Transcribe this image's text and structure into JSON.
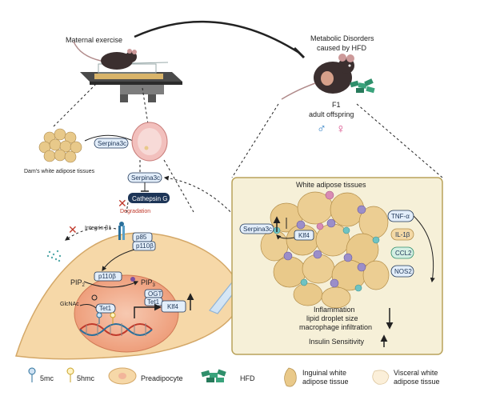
{
  "top": {
    "maternal_exercise": "Maternal exercise",
    "metabolic_line1": "Metabolic Disorders",
    "metabolic_line2": "caused by HFD",
    "f1_line1": "F1",
    "f1_line2": "adult offspring",
    "male_symbol": "♂",
    "female_symbol": "♀"
  },
  "left": {
    "serpina3c_top": "Serpina3c",
    "dams_wat": "Dam's white adipose tissues",
    "serpina3c_mid": "Serpina3c",
    "cathepsin": "Cathepsin G",
    "degradation": "Degradation",
    "integrin": "Integrin β1",
    "p85": "p85",
    "p110b_mem": "p110β",
    "p110b_cyto": "p110β",
    "pip2": "PIP",
    "pip2_sub": "2",
    "pip3": "PIP",
    "pip3_sub": "3",
    "ogt": "OGT",
    "tet1_a": "Tet1",
    "tet1_b": "Tet1",
    "glcnac": "GlcNAc",
    "klf4": "Klf4"
  },
  "right": {
    "title": "White adipose tissues",
    "serpina3c": "Serpina3c",
    "klf4": "Klf4",
    "tnf": "TNF-α",
    "il1b": "IL-1β",
    "ccl2": "CCL2",
    "nos2": "NOS2",
    "inflammation": "Inflammation",
    "lipid": "lipid droplet size",
    "macrophage": "macrophage infiltration",
    "insulin": "Insulin Sensitivity"
  },
  "legend": {
    "m5c": "5mc",
    "hm5c": "5hmc",
    "preadipocyte": "Preadipocyte",
    "hfd": "HFD",
    "inguinal_1": "Inguinal white",
    "inguinal_2": "adipose tissue",
    "visceral_1": "Visceral white",
    "visceral_2": "adipose tissue"
  },
  "colors": {
    "wat_panel_fill": "#f6f0d8",
    "wat_panel_stroke": "#b9a25a",
    "cell_fill": "#f4d9a6",
    "adipocyte_fill": "#e9c98a",
    "nucleus_fill": "#f2b59a",
    "box_fill": "#e3eefa",
    "box_stroke": "#1d3557",
    "cathepsin_fill": "#1d3557",
    "hfd_green": "#2f8f6b",
    "inhibit_red": "#c0392b"
  }
}
